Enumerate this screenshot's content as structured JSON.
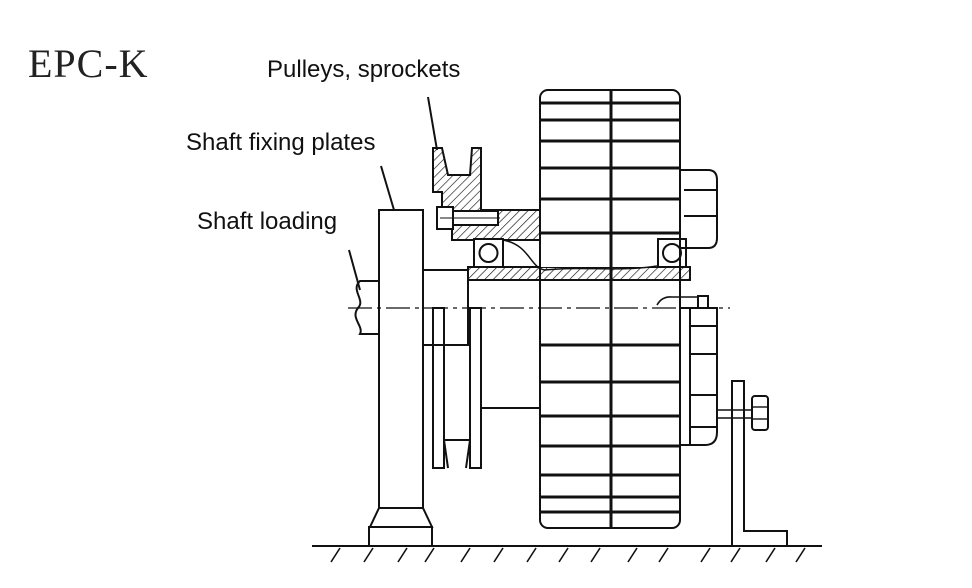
{
  "title": "EPC-K",
  "labels": {
    "pulleys": "Pulleys, sprockets",
    "plates": "Shaft fixing plates",
    "loading": "Shaft loading"
  },
  "colors": {
    "line": "#111111",
    "background": "#ffffff"
  }
}
